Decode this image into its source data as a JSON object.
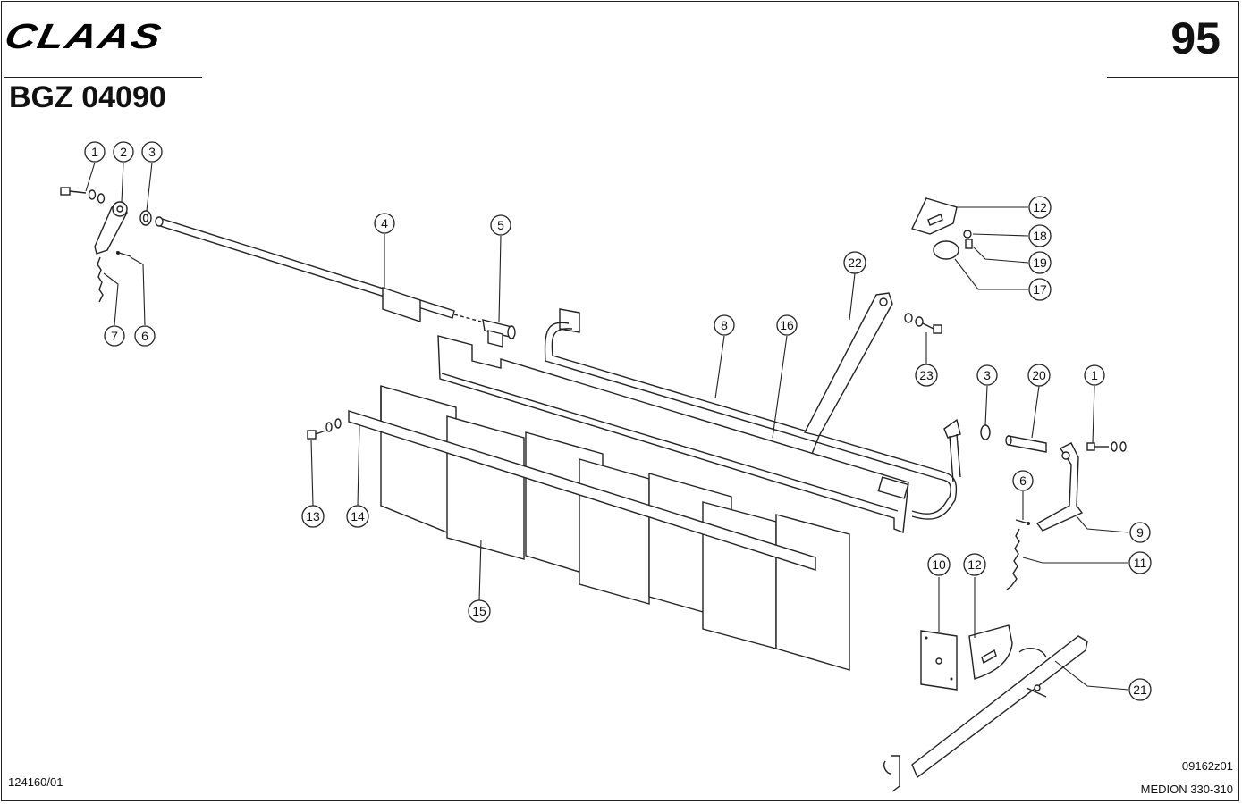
{
  "header": {
    "brand": "CLAAS",
    "page_number": "95",
    "document_code": "BGZ 04090"
  },
  "footer": {
    "left_ref": "124160/01",
    "drawing_ref": "09162z01",
    "model": "MEDION 330-310"
  },
  "callouts": {
    "c1a": "1",
    "c2": "2",
    "c3a": "3",
    "c4": "4",
    "c5": "5",
    "c6a": "6",
    "c7": "7",
    "c8": "8",
    "c12a": "12",
    "c18": "18",
    "c19": "19",
    "c17": "17",
    "c16": "16",
    "c22": "22",
    "c23": "23",
    "c3b": "3",
    "c20": "20",
    "c1b": "1",
    "c13": "13",
    "c14": "14",
    "c15": "15",
    "c6b": "6",
    "c9": "9",
    "c11": "11",
    "c10": "10",
    "c12b": "12",
    "c21": "21"
  },
  "colors": {
    "ink": "#222222",
    "paper": "#ffffff"
  }
}
